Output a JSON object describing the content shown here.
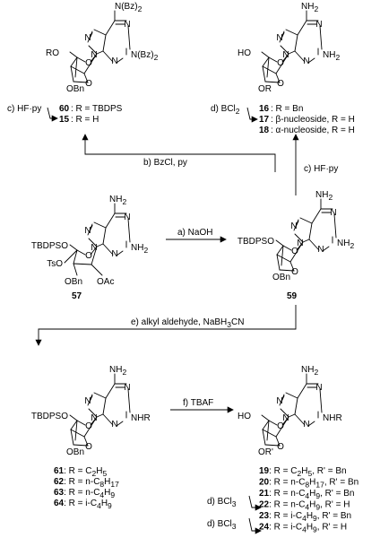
{
  "atoms": {
    "nh2": "NH",
    "n": "N",
    "o": "O",
    "nbz2": "N(Bz)",
    "ho": "HO",
    "ro": "RO",
    "tbdpso": "TBDPSO",
    "tso": "TsO",
    "obn": "OBn",
    "oac": "OAc",
    "or": "OR",
    "orp": "OR'",
    "nhr": "NHR"
  },
  "subscripts": {
    "two": "2"
  },
  "compounds": {
    "c57": "57",
    "c59": "59"
  },
  "reagents": {
    "a": "a) NaOH",
    "b": "b) BzCl, py",
    "c_right": "c) HF·py",
    "c_left": "c) HF·py",
    "d_top": "d) BCl",
    "e": "e) alkyl aldehyde, NaBH",
    "e_tail": "CN",
    "f": "f) TBAF",
    "d1": "d) BCl",
    "d2": "d) BCl"
  },
  "labels": {
    "top_left": [
      {
        "num": "60",
        "text": ": R = TBDPS"
      },
      {
        "num": "15",
        "text": ": R = H"
      }
    ],
    "top_right": [
      {
        "num": "16",
        "text": ": R = Bn"
      },
      {
        "num": "17",
        "text": ": β-nucleoside, R = H"
      },
      {
        "num": "18",
        "text": ": α-nucleoside, R = H"
      }
    ],
    "bottom_left": [
      {
        "num": "61",
        "pre": ": R = C",
        "sub1": "2",
        "mid": "H",
        "sub2": "5",
        "post": ""
      },
      {
        "num": "62",
        "pre": ": R = n-C",
        "sub1": "8",
        "mid": "H",
        "sub2": "17",
        "post": ""
      },
      {
        "num": "63",
        "pre": ": R = n-C",
        "sub1": "4",
        "mid": "H",
        "sub2": "9",
        "post": ""
      },
      {
        "num": "64",
        "pre": ": R = i-C",
        "sub1": "4",
        "mid": "H",
        "sub2": "9",
        "post": ""
      }
    ],
    "bottom_right": [
      {
        "num": "19",
        "pre": ": R = C",
        "sub1": "2",
        "mid": "H",
        "sub2": "5",
        "post": ", R' = Bn"
      },
      {
        "num": "20",
        "pre": ": R = n-C",
        "sub1": "8",
        "mid": "H",
        "sub2": "17",
        "post": ", R' = Bn"
      },
      {
        "num": "21",
        "pre": ": R = n-C",
        "sub1": "4",
        "mid": "H",
        "sub2": "9",
        "post": ", R' = Bn"
      },
      {
        "num": "22",
        "pre": ": R = n-C",
        "sub1": "4",
        "mid": "H",
        "sub2": "9",
        "post": ", R' = H"
      },
      {
        "num": "23",
        "pre": ": R = i-C",
        "sub1": "4",
        "mid": "H",
        "sub2": "9",
        "post": ", R' = Bn"
      },
      {
        "num": "24",
        "pre": ": R = i-C",
        "sub1": "4",
        "mid": "H",
        "sub2": "9",
        "post": ", R' = H"
      }
    ]
  }
}
